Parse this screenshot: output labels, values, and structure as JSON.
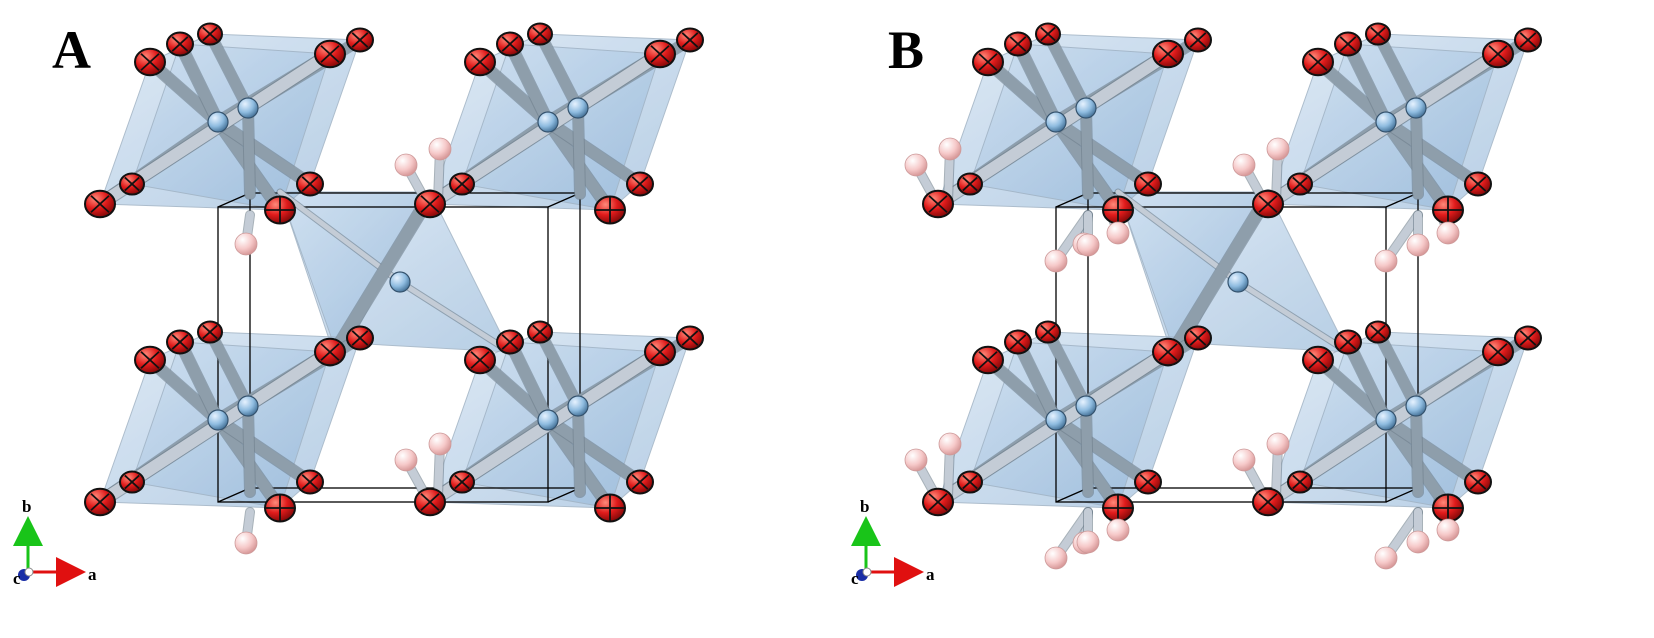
{
  "panels": [
    {
      "label": "A",
      "hydrogen_variant": "partial"
    },
    {
      "label": "B",
      "hydrogen_variant": "full"
    }
  ],
  "axes": {
    "a": "a",
    "b": "b",
    "c": "c"
  },
  "colors": {
    "oxygen": "#e01b1b",
    "metal": "#8fbce0",
    "hydrogen": "#f6c9c9",
    "bond": "#c4ccd6",
    "bond_dark": "#8e9eab",
    "octahedron": "#a9c5e2",
    "cell": "#000000",
    "axis_a": "#e01010",
    "axis_b": "#19c419",
    "axis_c": "#1a2ea6"
  }
}
